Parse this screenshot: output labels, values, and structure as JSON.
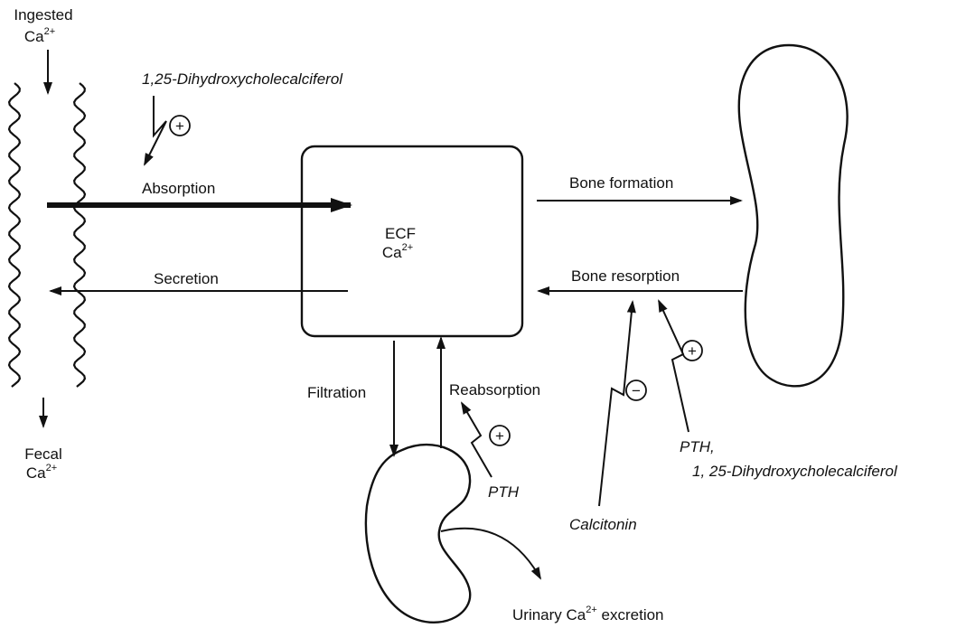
{
  "ingested": {
    "word": "Ingested",
    "base": "Ca",
    "charge": "2+"
  },
  "fecal": {
    "word": "Fecal",
    "base": "Ca",
    "charge": "2+"
  },
  "vitd_top": "1,25-Dihydroxycholecalciferol",
  "absorption": "Absorption",
  "secretion": "Secretion",
  "ecf": {
    "line1": "ECF",
    "base": "Ca",
    "charge": "2+"
  },
  "bone_formation": "Bone formation",
  "bone_resorption": "Bone resorption",
  "filtration": "Filtration",
  "reabsorption": "Reabsorption",
  "pth": "PTH",
  "calcitonin": "Calcitonin",
  "pth_comma": "PTH,",
  "vitd_bottom": "1, 25-Dihydroxycholecalciferol",
  "urinary": {
    "before": "Urinary Ca",
    "charge": "2+",
    "after": " excretion"
  },
  "signs": {
    "plus": "+",
    "minus": "−"
  }
}
